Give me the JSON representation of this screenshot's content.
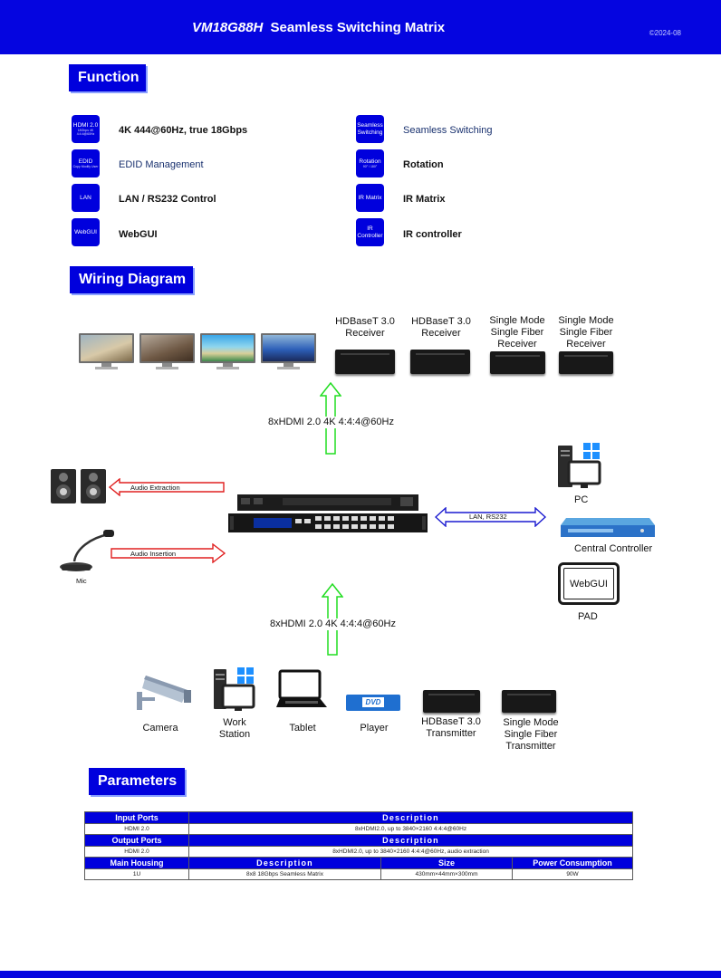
{
  "header": {
    "model": "VM18G88H",
    "title": "Seamless Switching Matrix",
    "copyright": "©2024-08"
  },
  "sections": {
    "function": "Function",
    "wiring": "Wiring Diagram",
    "parameters": "Parameters"
  },
  "functions": [
    {
      "badge": "HDMI 2.0",
      "badge_sub": "18Gbps 4K 4:4:4@60Hz",
      "label": "4K 444@60Hz, true 18Gbps"
    },
    {
      "badge": "Seamless Switching",
      "badge_sub": "",
      "label": "Seamless Switching"
    },
    {
      "badge": "EDID",
      "badge_sub": "Copy Modify User",
      "label": "EDID Management"
    },
    {
      "badge": "Rotation",
      "badge_sub": "90° / 180°",
      "label": "Rotation"
    },
    {
      "badge": "LAN",
      "badge_sub": "",
      "label": "LAN / RS232 Control"
    },
    {
      "badge": "IR Matrix",
      "badge_sub": "",
      "label": "IR Matrix"
    },
    {
      "badge": "WebGUI",
      "badge_sub": "",
      "label": "WebGUI"
    },
    {
      "badge": "IR Controller",
      "badge_sub": "",
      "label": "IR controller"
    }
  ],
  "wiring": {
    "outputs": [
      {
        "line1": "HDBaseT 3.0",
        "line2": "Receiver",
        "line3": ""
      },
      {
        "line1": "HDBaseT 3.0",
        "line2": "Receiver",
        "line3": ""
      },
      {
        "line1": "Single Mode",
        "line2": "Single Fiber",
        "line3": "Receiver"
      },
      {
        "line1": "Single Mode",
        "line2": "Single Fiber",
        "line3": "Receiver"
      }
    ],
    "output_link": "8xHDMI 2.0 4K 4:4:4@60Hz",
    "input_link": "8xHDMI 2.0 4K 4:4:4@60Hz",
    "audio_extraction": "Audio Extraction",
    "audio_insertion": "Audio Insertion",
    "mic": "Mic",
    "lan_link": "LAN, RS232",
    "pc": "PC",
    "central_controller": "Central Controller",
    "pad_screen": "WebGUI",
    "pad": "PAD",
    "sources": [
      {
        "line1": "Camera",
        "line2": ""
      },
      {
        "line1": "Work",
        "line2": "Station"
      },
      {
        "line1": "Tablet",
        "line2": ""
      },
      {
        "line1": "Player",
        "line2": ""
      },
      {
        "line1": "HDBaseT 3.0",
        "line2": "Transmitter"
      },
      {
        "line1": "Single Mode",
        "line2": "Single Fiber",
        "line3": "Transmitter"
      }
    ],
    "dvd_label": "DVD"
  },
  "parameters": {
    "input_header": "Input Ports",
    "input_desc_header": "Description",
    "input_port": "HDMI 2.0",
    "input_desc": "8xHDMI2.0, up to 3840×2160 4:4:4@60Hz",
    "output_header": "Output Ports",
    "output_desc_header": "Description",
    "output_port": "HDMI 2.0",
    "output_desc": "8xHDMI2.0, up to 3840×2160 4:4:4@60Hz, audio extraction",
    "housing_header": "Main Housing",
    "housing_desc_header": "Description",
    "size_header": "Size",
    "power_header": "Power Consumption",
    "housing": "1U",
    "housing_desc": "8x8 18Gbps Seamless Matrix",
    "size": "430mm×44mm×300mm",
    "power": "90W"
  },
  "colors": {
    "brand_blue": "#0000dd",
    "arrow_green": "#22dd22",
    "arrow_red": "#e02020",
    "arrow_blue": "#1a1ad0"
  }
}
